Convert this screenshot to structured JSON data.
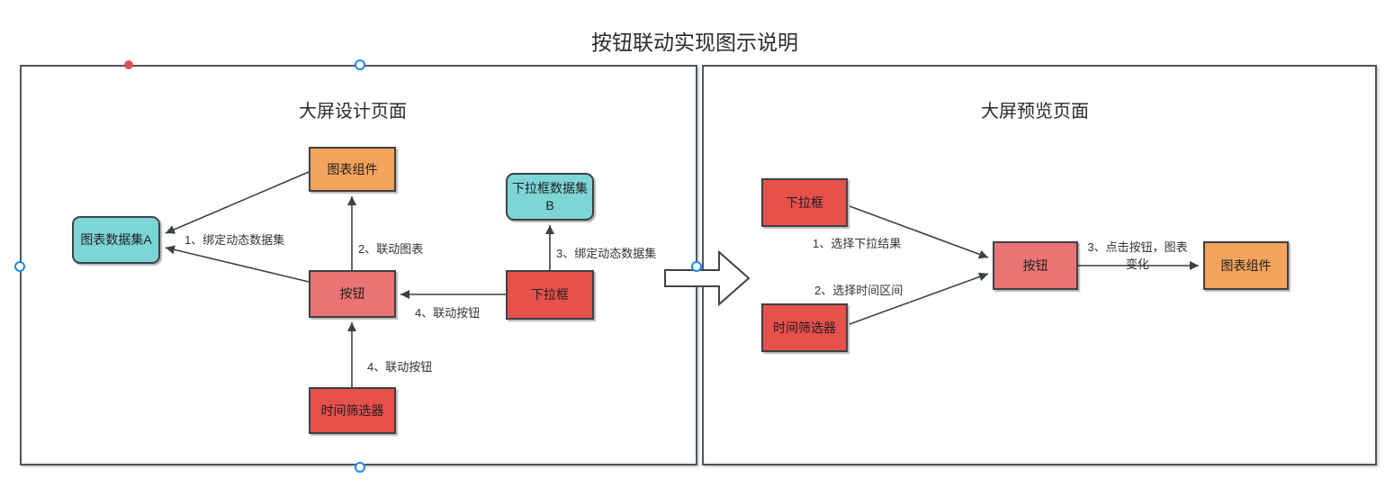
{
  "title": "按钮联动实现图示说明",
  "left_panel": {
    "title": "大屏设计页面",
    "nodes": {
      "chart_component": "图表组件",
      "chart_dataset_a": "图表数据集A",
      "button": "按钮",
      "dropdown_dataset_b": "下拉框数据集B",
      "dropdown": "下拉框",
      "time_filter": "时间筛选器"
    },
    "edge_labels": {
      "bind_dynamic_dataset_a": "1、绑定动态数据集",
      "link_chart": "2、联动图表",
      "bind_dynamic_dataset_b": "3、绑定动态数据集",
      "link_button_from_dropdown": "4、联动按钮",
      "link_button_from_time_filter": "4、联动按钮"
    }
  },
  "right_panel": {
    "title": "大屏预览页面",
    "nodes": {
      "dropdown": "下拉框",
      "time_filter": "时间筛选器",
      "button": "按钮",
      "chart_component": "图表组件"
    },
    "edge_labels": {
      "select_dropdown_result": "1、选择下拉结果",
      "select_time_range": "2、选择时间区间",
      "click_button_chart_change": "3、点击按钮，图表变化"
    }
  },
  "colors": {
    "panel_border": "#4d545b",
    "node_border": "#3c4247",
    "orange_fill": "#f2a35c",
    "cyan_fill": "#7dd5d6",
    "salmon_fill": "#ea7373",
    "red_fill": "#e8504c",
    "handle_blue": "#1f87e8",
    "handle_red": "#e05252",
    "text": "#333333"
  }
}
